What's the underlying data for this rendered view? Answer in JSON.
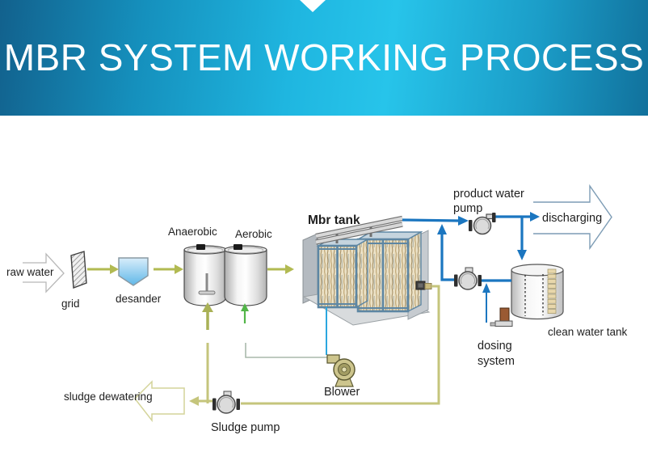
{
  "banner": {
    "title": "MBR SYSTEM WORKING PROCESS"
  },
  "labels": {
    "raw_water": "raw water",
    "grid": "grid",
    "desander": "desander",
    "anaerobic": "Anaerobic",
    "aerobic": "Aerobic",
    "mbr_tank": "Mbr tank",
    "product_water_pump_line1": "product water",
    "product_water_pump_line2": "pump",
    "discharging": "discharging",
    "clean_water_tank": "clean water tank",
    "dosing_system_line1": "dosing",
    "dosing_system_line2": "system",
    "blower": "Blower",
    "sludge_pump": "Sludge pump",
    "sludge_dewatering": "sludge dewatering"
  },
  "colors": {
    "banner_gradient_left": "#12618d",
    "banner_gradient_mid": "#27c4ea",
    "banner_gradient_right": "#11719c",
    "title_text": "#ffffff",
    "label_text": "#1f1f1f",
    "pipe_blue": "#1b76c0",
    "air_cyan": "#2ba7df",
    "air_green": "#52b548",
    "air_gray_green": "#a9b9ab",
    "flow_olive": "#b2ba52",
    "sludge_olive": "#c5c57c",
    "sludge_return_olive": "#a9b156"
  },
  "equipment_icons": [
    "raw-water-arrow",
    "grid-screen",
    "desander-funnel",
    "anaerobic-tank",
    "aerobic-tank",
    "mbr-tank",
    "membrane-cassette",
    "aeration-rail",
    "product-water-pump",
    "backwash-pump",
    "discharging-arrow",
    "clean-water-tank",
    "dosing-unit",
    "blower",
    "sludge-pump",
    "sludge-dewatering-arrow"
  ]
}
